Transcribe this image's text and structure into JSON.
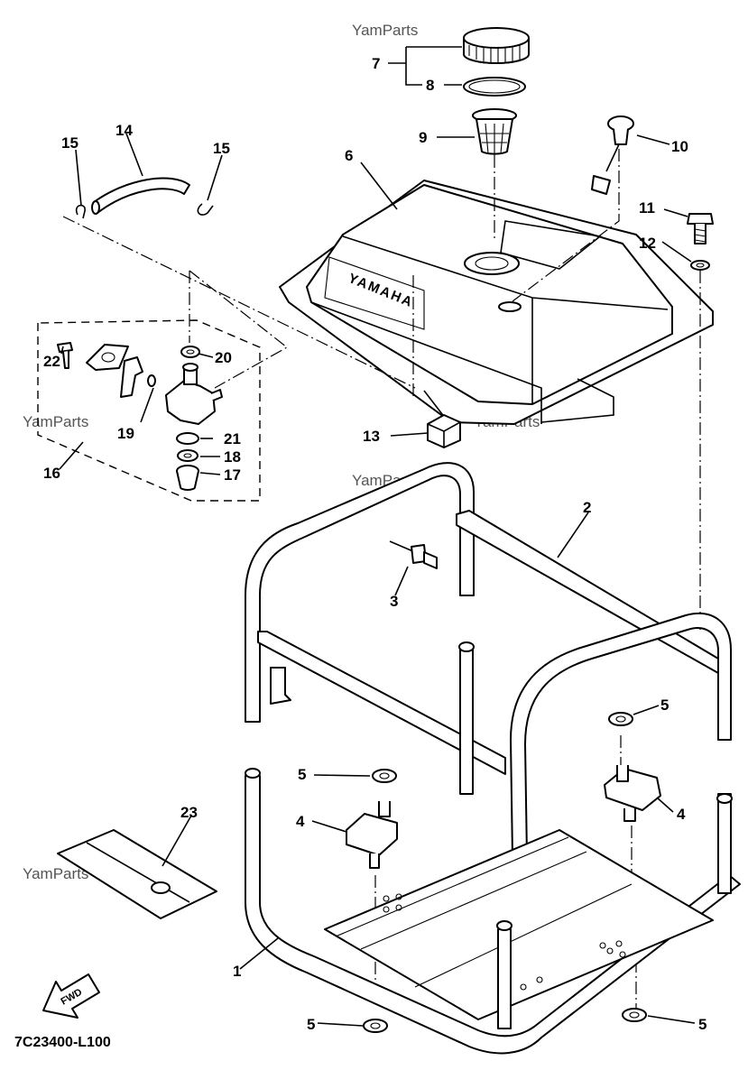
{
  "watermark": "YamParts",
  "part_code": "7C23400-L100",
  "fwd_label": "FWD",
  "tank_brand": "YAMAHA",
  "callouts": [
    {
      "id": "c1",
      "text": "1"
    },
    {
      "id": "c2",
      "text": "2"
    },
    {
      "id": "c3",
      "text": "3"
    },
    {
      "id": "c4a",
      "text": "4"
    },
    {
      "id": "c4b",
      "text": "4"
    },
    {
      "id": "c5a",
      "text": "5"
    },
    {
      "id": "c5b",
      "text": "5"
    },
    {
      "id": "c5c",
      "text": "5"
    },
    {
      "id": "c5d",
      "text": "5"
    },
    {
      "id": "c6",
      "text": "6"
    },
    {
      "id": "c7",
      "text": "7"
    },
    {
      "id": "c8",
      "text": "8"
    },
    {
      "id": "c9",
      "text": "9"
    },
    {
      "id": "c10",
      "text": "10"
    },
    {
      "id": "c11",
      "text": "11"
    },
    {
      "id": "c12",
      "text": "12"
    },
    {
      "id": "c13",
      "text": "13"
    },
    {
      "id": "c14",
      "text": "14"
    },
    {
      "id": "c15a",
      "text": "15"
    },
    {
      "id": "c15b",
      "text": "15"
    },
    {
      "id": "c16",
      "text": "16"
    },
    {
      "id": "c17",
      "text": "17"
    },
    {
      "id": "c18",
      "text": "18"
    },
    {
      "id": "c19",
      "text": "19"
    },
    {
      "id": "c20",
      "text": "20"
    },
    {
      "id": "c21",
      "text": "21"
    },
    {
      "id": "c22",
      "text": "22"
    },
    {
      "id": "c23",
      "text": "23"
    }
  ]
}
